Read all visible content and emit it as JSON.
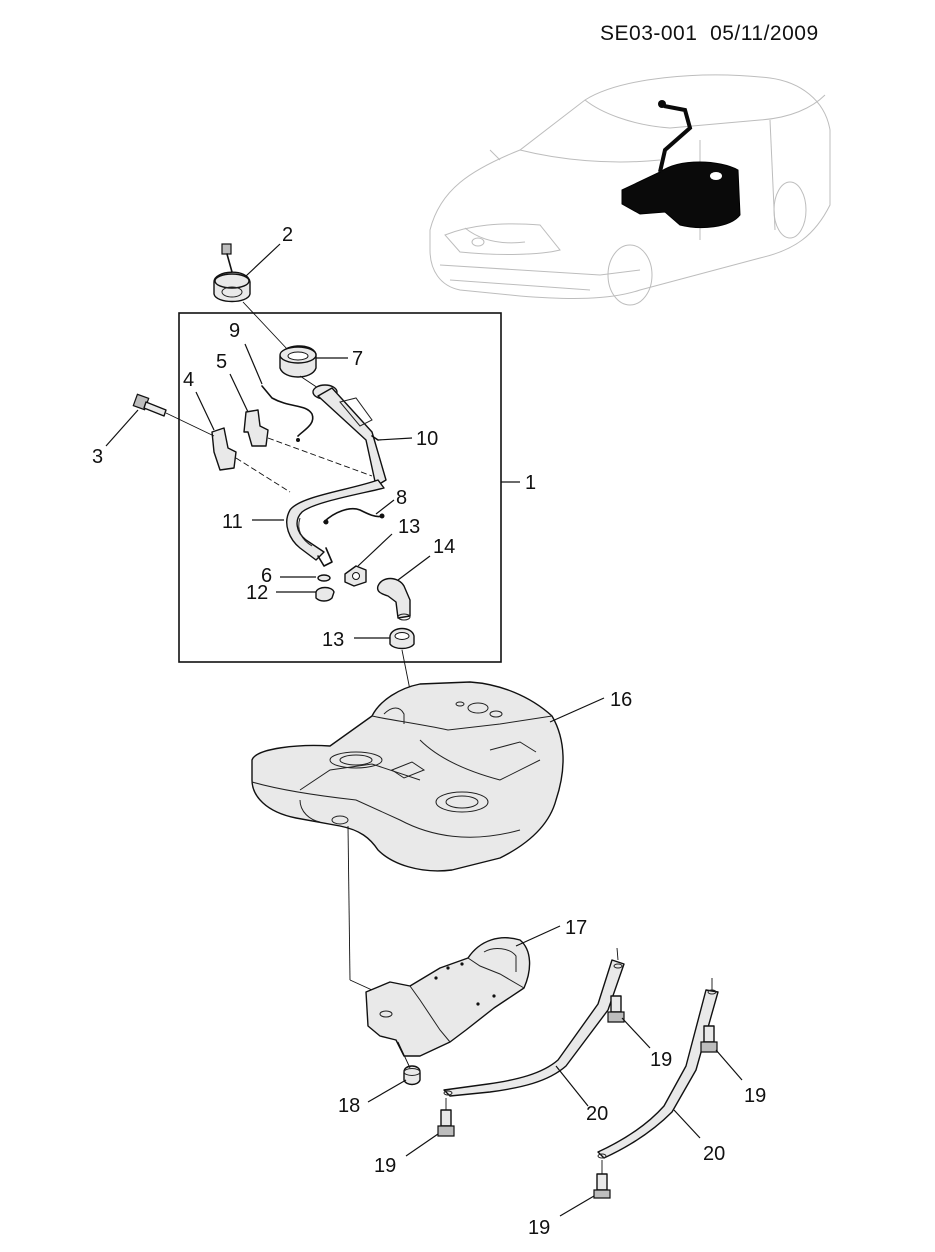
{
  "header": {
    "code": "SE03-001",
    "date": "05/11/2009"
  },
  "callouts": {
    "c1": "1",
    "c2": "2",
    "c3": "3",
    "c4": "4",
    "c5": "5",
    "c6": "6",
    "c7": "7",
    "c8": "8",
    "c9": "9",
    "c10": "10",
    "c11": "11",
    "c12": "12",
    "c13a": "13",
    "c13b": "13",
    "c14": "14",
    "c16": "16",
    "c17": "17",
    "c18": "18",
    "c19a": "19",
    "c19b": "19",
    "c19c": "19",
    "c19d": "19",
    "c20a": "20",
    "c20b": "20"
  }
}
